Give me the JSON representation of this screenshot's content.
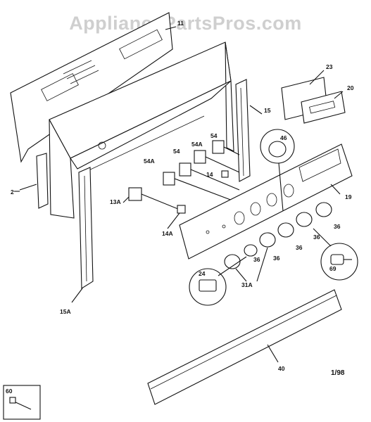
{
  "watermark": "AppliancePartsPros.com",
  "date_code": "1/98",
  "callouts": {
    "c2": "2",
    "c11": "11",
    "c13a": "13A",
    "c14": "14",
    "c14a": "14A",
    "c15": "15",
    "c15a": "15A",
    "c19": "19",
    "c20": "20",
    "c23": "23",
    "c24": "24",
    "c31a": "31A",
    "c36a": "36",
    "c36b": "36",
    "c36c": "36",
    "c36d": "36",
    "c36e": "36",
    "c40": "40",
    "c46": "46",
    "c54a": "54",
    "c54b": "54",
    "c54aa": "54A",
    "c54ab": "54A",
    "c60": "60",
    "c69": "69"
  }
}
